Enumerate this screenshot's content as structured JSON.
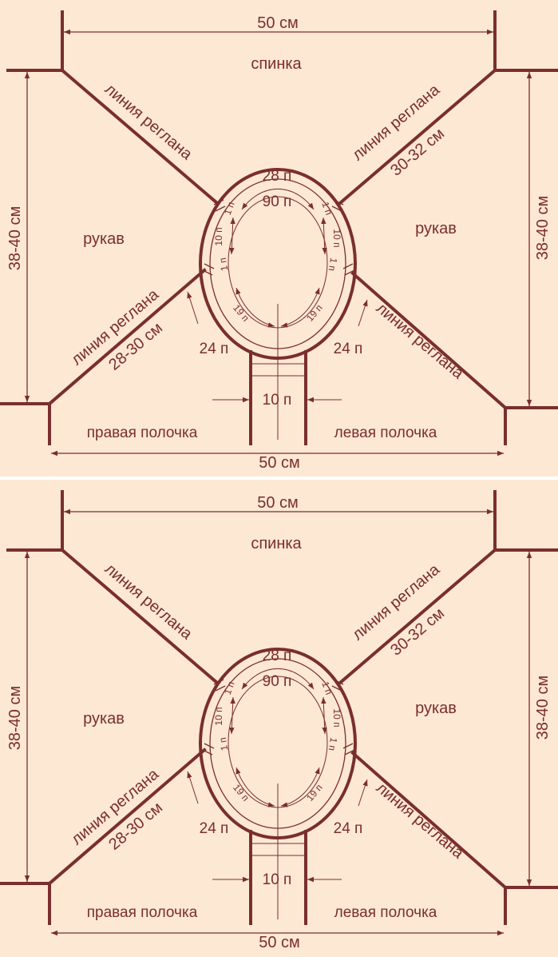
{
  "colors": {
    "background": "#fde8d4",
    "lines": "#7a2e2e",
    "separator": "#ffffff"
  },
  "panels": [
    {
      "top_width": "50 см",
      "bottom_width": "50 см",
      "back": "спинка",
      "left_sleeve": "рукав",
      "right_sleeve": "рукав",
      "right_front": "правая полочка",
      "left_front": "левая полочка",
      "left_height": "38-40 см",
      "right_height": "38-40 см",
      "raglan_upper_left": "линия реглана",
      "raglan_upper_right": "линия реглана",
      "raglan_upper_right_len": "30-32 см",
      "raglan_lower_left": "линия реглана",
      "raglan_lower_left_len": "28-30 см",
      "raglan_lower_right": "линия реглана",
      "back_stitches": "28 п",
      "total_stitches": "90 п",
      "sleeve_left_stitches": "10 п",
      "sleeve_right_stitches": "10 п",
      "raglan_left_top": "1 п",
      "raglan_left_bottom": "1 п",
      "raglan_right_top": "1 п",
      "raglan_right_bottom": "1 п",
      "front_left_stitches": "19 п",
      "front_right_stitches": "19 п",
      "placket_left": "24 п",
      "placket_right": "24 п",
      "band_stitches": "10 п"
    },
    {
      "top_width": "50 см",
      "bottom_width": "50 см",
      "back": "спинка",
      "left_sleeve": "рукав",
      "right_sleeve": "рукав",
      "right_front": "правая полочка",
      "left_front": "левая полочка",
      "left_height": "38-40 см",
      "right_height": "38-40 см",
      "raglan_upper_left": "линия реглана",
      "raglan_upper_right": "линия реглана",
      "raglan_upper_right_len": "30-32 см",
      "raglan_lower_left": "линия реглана",
      "raglan_lower_left_len": "28-30 см",
      "raglan_lower_right": "линия реглана",
      "back_stitches": "28 п",
      "total_stitches": "90 п",
      "sleeve_left_stitches": "10 п",
      "sleeve_right_stitches": "10 п",
      "raglan_left_top": "1 п",
      "raglan_left_bottom": "1 п",
      "raglan_right_top": "1 п",
      "raglan_right_bottom": "1 п",
      "front_left_stitches": "19 п",
      "front_right_stitches": "19 п",
      "placket_left": "24 п",
      "placket_right": "24 п",
      "band_stitches": "10 п"
    }
  ]
}
